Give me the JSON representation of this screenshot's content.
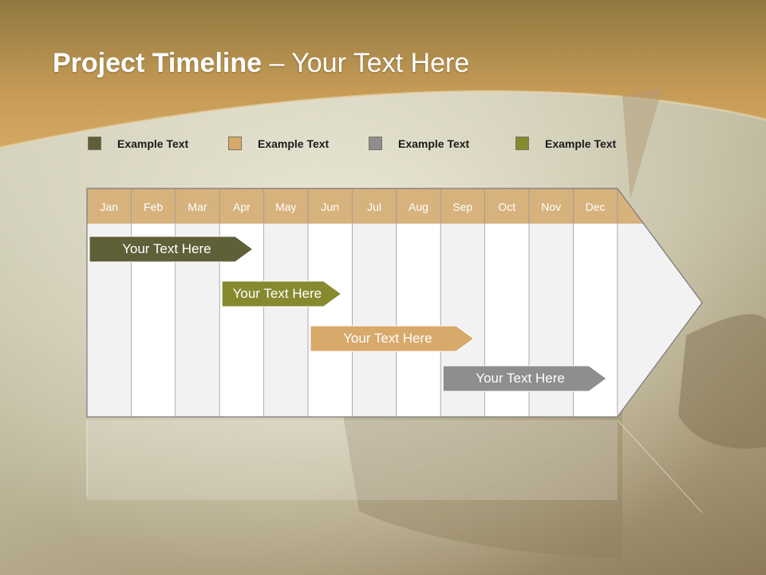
{
  "title": {
    "main": "Project Timeline",
    "rest": " – Your Text Here"
  },
  "legend": [
    {
      "label": "Example Text",
      "color": "#5f5f38"
    },
    {
      "label": "Example Text",
      "color": "#d7a96a"
    },
    {
      "label": "Example Text",
      "color": "#8e8e8e"
    },
    {
      "label": "Example Text",
      "color": "#87892e"
    }
  ],
  "months": [
    "Jan",
    "Feb",
    "Mar",
    "Apr",
    "May",
    "Jun",
    "Jul",
    "Aug",
    "Sep",
    "Oct",
    "Nov",
    "Dec"
  ],
  "tasks": [
    {
      "label": "Your  Text Here",
      "color": "#5f5f38",
      "start_month": "Jan",
      "end_month": "Apr"
    },
    {
      "label": "Your  Text Here",
      "color": "#87892e",
      "start_month": "Apr",
      "end_month": "Jun"
    },
    {
      "label": "Your  Text Here",
      "color": "#d7a96a",
      "start_month": "Jun",
      "end_month": "Sep"
    },
    {
      "label": "Your  Text Here",
      "color": "#8e8e8e",
      "start_month": "Sep",
      "end_month": "Dec"
    }
  ],
  "colors": {
    "header_band": "#c9a05c",
    "month_header": "#d7b27c"
  }
}
